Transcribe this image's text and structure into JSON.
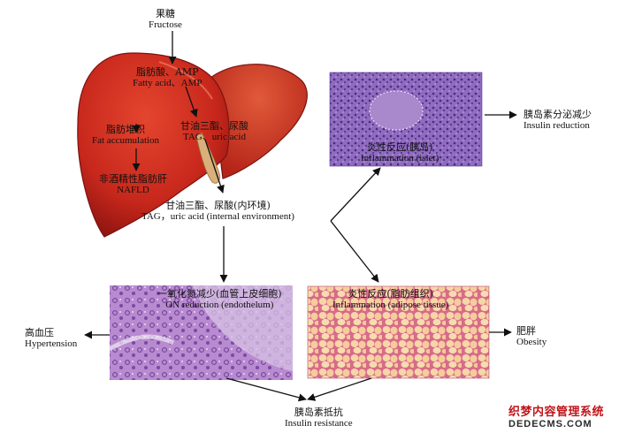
{
  "nodes": {
    "fructose": {
      "zh": "果糖",
      "en": "Fructose"
    },
    "fatty_acid_amp": {
      "zh": "脂肪酸、AMP",
      "en": "Fatty acid、AMP"
    },
    "fat_accumulation": {
      "zh": "脂肪堆积",
      "en": "Fat accumulation"
    },
    "nafld": {
      "zh": "非酒精性脂肪肝",
      "en": "NAFLD"
    },
    "tag_uric_liver": {
      "zh": "甘油三酯、尿酸",
      "en": "TAG、uric acid"
    },
    "tag_uric_env": {
      "zh": "甘油三酯、尿酸(内环境)",
      "en": "TAG，uric acid (internal environment)"
    },
    "inflammation_islet": {
      "zh": "炎性反应(胰岛)",
      "en": "Inflammation (islet)"
    },
    "insulin_reduction": {
      "zh": "胰岛素分泌减少",
      "en": "Insulin reduction"
    },
    "on_reduction": {
      "zh": "一氧化氮减少(血管上皮细胞)",
      "en": "ON reduction (endothelum)"
    },
    "inflammation_adipose": {
      "zh": "炎性反应(脂肪组织)",
      "en": "Inflammation (adipose tissue)"
    },
    "hypertension": {
      "zh": "高血压",
      "en": "Hypertension"
    },
    "obesity": {
      "zh": "肥胖",
      "en": "Obesity"
    },
    "insulin_resistance": {
      "zh": "胰岛素抵抗",
      "en": "Insulin resistance"
    }
  },
  "watermark": {
    "line1": "织梦内容管理系统",
    "line2": "DEDECMS.COM"
  },
  "colors": {
    "liver": "#c8281c",
    "liver_dark": "#8e1410",
    "gallbladder": "#d9b07a",
    "islet_tissue": "#7a4fa8",
    "endothelium_tissue": "#a874c0",
    "adipose_tissue": "#f3cfa2",
    "adipose_septa": "#d86a8a",
    "arrow": "#111111"
  }
}
